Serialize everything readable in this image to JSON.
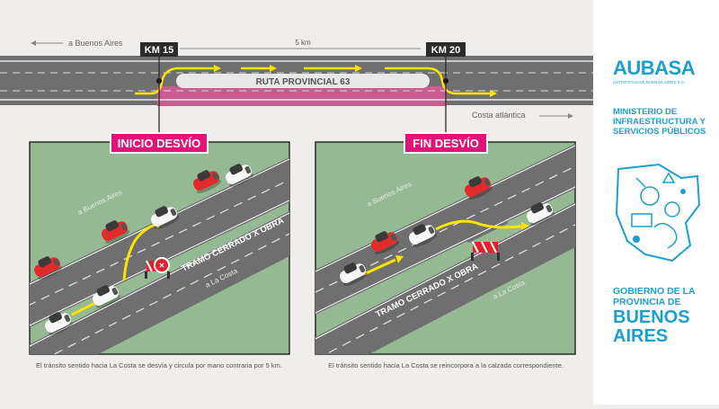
{
  "route": {
    "left_direction": "a Buenos Aires",
    "distance": "5 km",
    "km_start": "KM 15",
    "km_end": "KM 20",
    "road_name": "RUTA PROVINCIAL 63",
    "right_direction": "Costa atlántica"
  },
  "panel_start": {
    "badge": "INICIO DESVÍO",
    "dir_top": "a Buenos Aires",
    "dir_bottom": "a La Costa",
    "closed": "TRAMO CERRADO X OBRA",
    "caption": "El tránsito sentido hacia La Costa se desvía y circula por mano contraria por 5 km."
  },
  "panel_end": {
    "badge": "FIN DESVÍO",
    "dir_top": "a Buenos Aires",
    "dir_bottom": "a La Costa",
    "closed": "TRAMO CERRADO X OBRA",
    "caption": "El tránsito sentido hacia La Costa se reincorpora a la calzada correspondiente."
  },
  "brand": {
    "aubasa": "AUBASA",
    "aubasa_sub": "AUTOPISTAS DE BUENOS AIRES S.A.",
    "ministry": [
      "MINISTERIO DE",
      "INFRAESTRUCTURA Y",
      "SERVICIOS PÚBLICOS"
    ],
    "gov_small": [
      "GOBIERNO DE LA",
      "PROVINCIA DE"
    ],
    "gov_big": [
      "BUENOS",
      "AIRES"
    ]
  },
  "colors": {
    "road": "#6f6f6f",
    "arrow": "#ffe300",
    "badge": "#e0157a",
    "brand": "#1a9fd0",
    "grass": "#94b993"
  }
}
